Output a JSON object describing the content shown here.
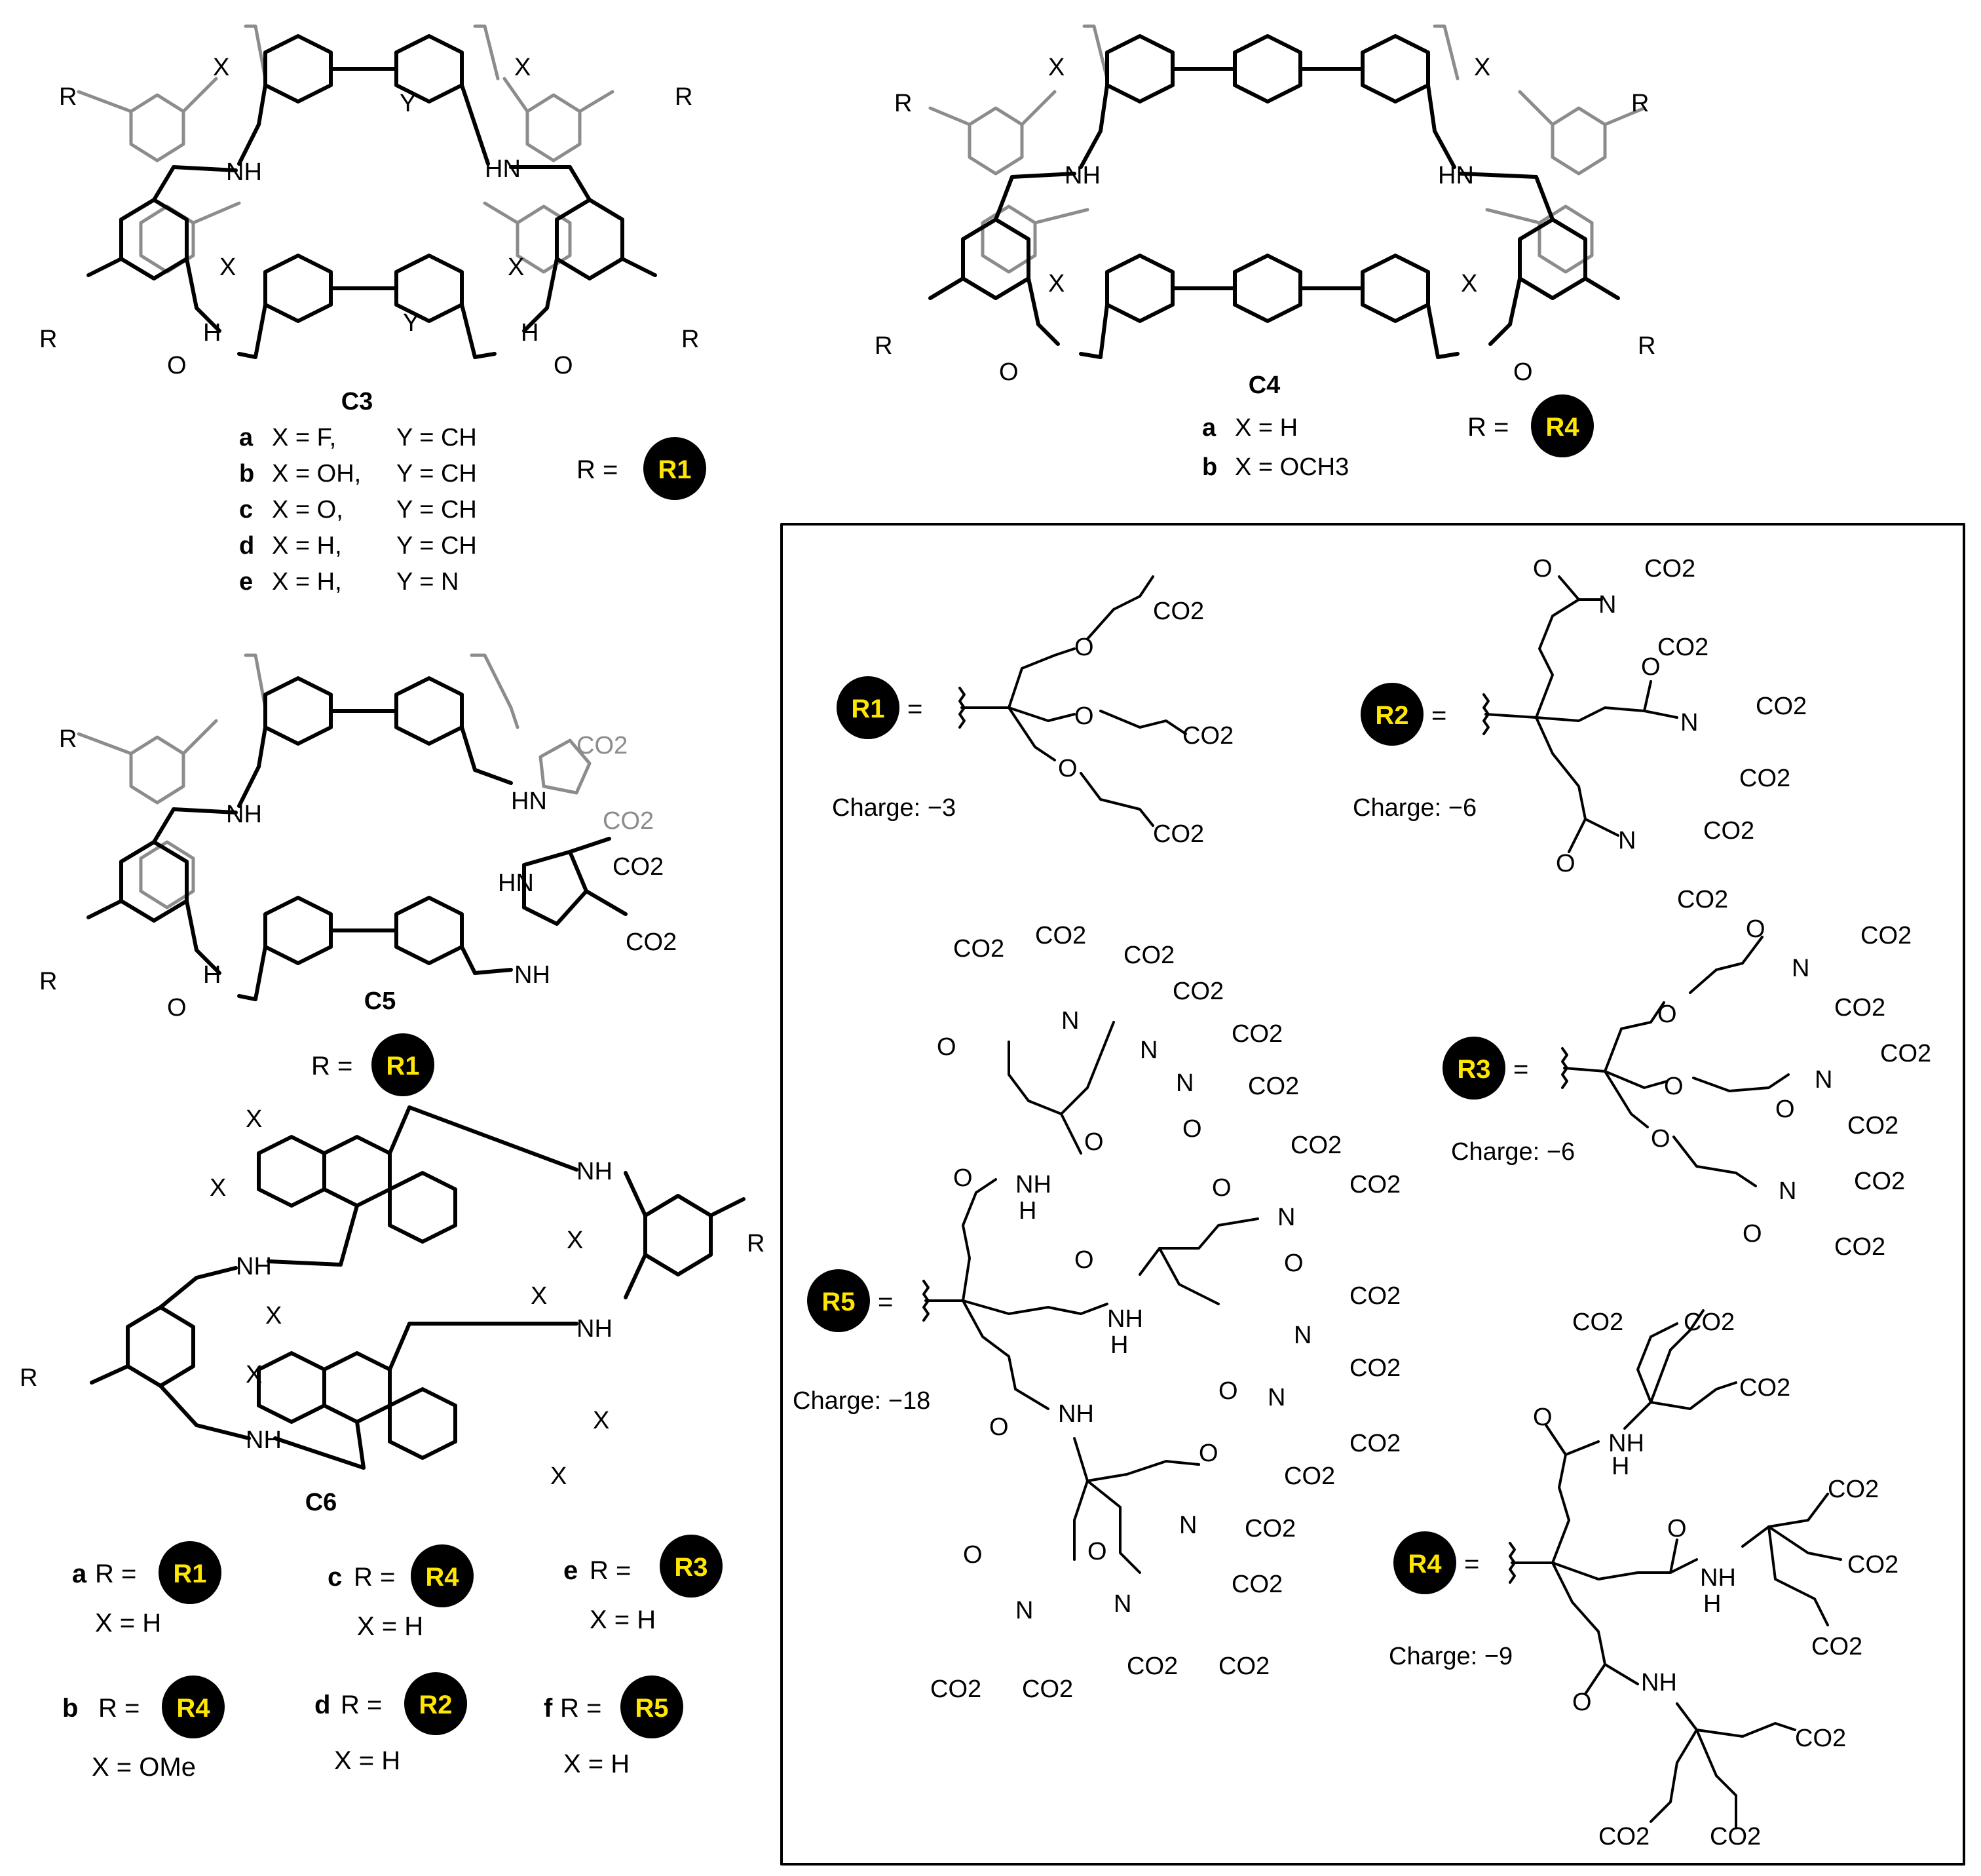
{
  "compounds": {
    "c3": {
      "name": "C3",
      "r_label": "R =",
      "r_value": "R1",
      "variants": [
        {
          "letter": "a",
          "x": "X = F,",
          "y": "Y = CH"
        },
        {
          "letter": "b",
          "x": "X = OH,",
          "y": "Y = CH"
        },
        {
          "letter": "c",
          "x": "X = O,",
          "y": "Y = CH"
        },
        {
          "letter": "d",
          "x": "X = H,",
          "y": "Y = CH"
        },
        {
          "letter": "e",
          "x": "X = H,",
          "y": "Y = N"
        }
      ]
    },
    "c4": {
      "name": "C4",
      "r_label": "R =",
      "r_value": "R4",
      "variants": [
        {
          "letter": "a",
          "x": "X = H"
        },
        {
          "letter": "b",
          "x": "X = OCH3"
        }
      ]
    },
    "c5": {
      "name": "C5",
      "r_label": "R =",
      "r_value": "R1"
    },
    "c6": {
      "name": "C6",
      "variants": [
        {
          "letter": "a",
          "r_label": "R =",
          "r_value": "R1",
          "x": "X = H"
        },
        {
          "letter": "b",
          "r_label": "R =",
          "r_value": "R4",
          "x": "X = OMe"
        },
        {
          "letter": "c",
          "r_label": "R =",
          "r_value": "R4",
          "x": "X = H"
        },
        {
          "letter": "d",
          "r_label": "R =",
          "r_value": "R2",
          "x": "X = H"
        },
        {
          "letter": "e",
          "r_label": "R =",
          "r_value": "R3",
          "x": "X = H"
        },
        {
          "letter": "f",
          "r_label": "R =",
          "r_value": "R5",
          "x": "X = H"
        }
      ]
    }
  },
  "groups": [
    {
      "name": "R1",
      "charge": "Charge: −3"
    },
    {
      "name": "R2",
      "charge": "Charge: −6"
    },
    {
      "name": "R3",
      "charge": "Charge: −6"
    },
    {
      "name": "R4",
      "charge": "Charge: −9"
    },
    {
      "name": "R5",
      "charge": "Charge: −18"
    }
  ],
  "atom_labels": {
    "nh": "NH",
    "hn": "HN",
    "h": "H",
    "n": "N",
    "o": "O",
    "x": "X",
    "y": "Y",
    "r": "R",
    "co2": "CO2",
    "minus": "−",
    "eq": "="
  },
  "colors": {
    "ink": "#000000",
    "back_structure": "#8c8c8c",
    "badge_text": "#ffe600"
  }
}
